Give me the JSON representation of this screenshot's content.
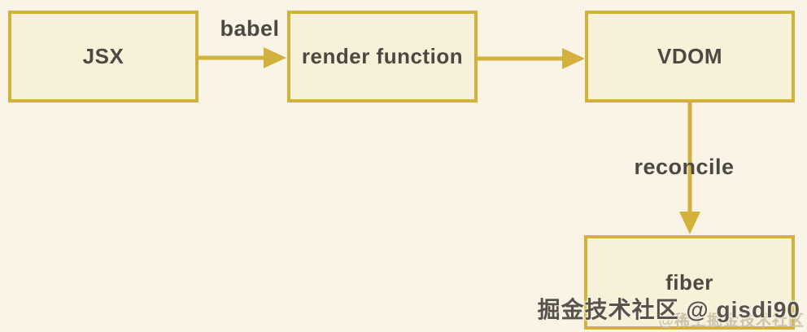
{
  "diagram": {
    "nodes": [
      {
        "id": "jsx",
        "label": "JSX"
      },
      {
        "id": "render-function",
        "label": "render function"
      },
      {
        "id": "vdom",
        "label": "VDOM"
      },
      {
        "id": "fiber",
        "label": "fiber"
      }
    ],
    "edges": [
      {
        "from": "jsx",
        "to": "render-function",
        "label": "babel"
      },
      {
        "from": "render-function",
        "to": "vdom",
        "label": ""
      },
      {
        "from": "vdom",
        "to": "fiber",
        "label": "reconcile"
      }
    ]
  },
  "watermark": {
    "primary": "掘金技术社区 @ gisdi90",
    "secondary": "@稀土掘金技术社区"
  },
  "colors": {
    "background": "#f9f4e6",
    "box_fill": "#f8f1d9",
    "accent": "#d2b23c",
    "text": "#4c4842",
    "watermark_primary": "#57524b",
    "watermark_secondary": "#c9bfa8"
  }
}
